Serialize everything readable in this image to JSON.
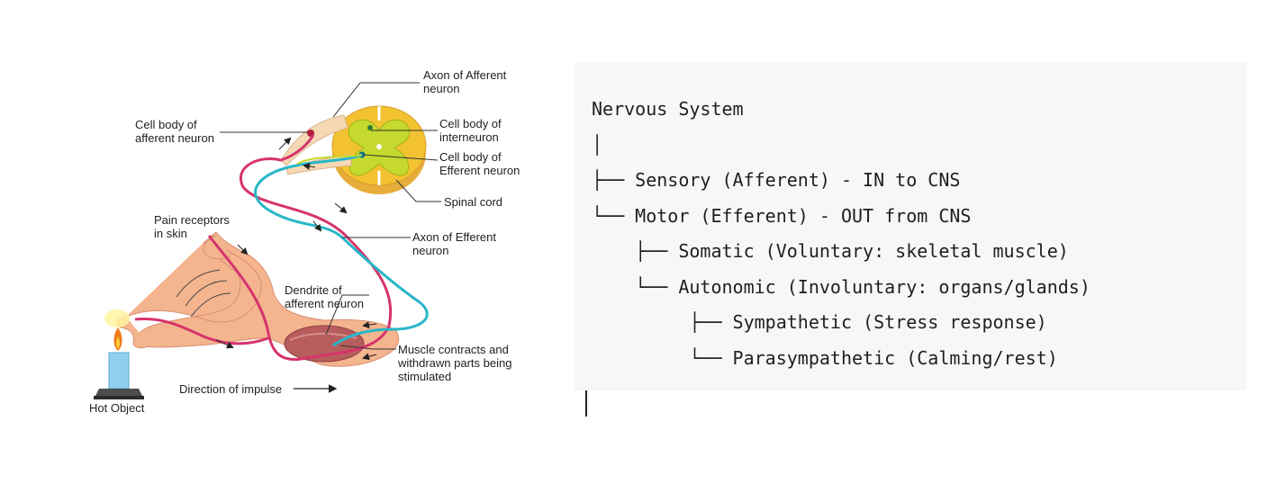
{
  "diagram": {
    "labels": {
      "axon_afferent": [
        "Axon of Afferent",
        "neuron"
      ],
      "cell_body_afferent": [
        "Cell body of",
        "afferent neuron"
      ],
      "cell_body_interneuron": [
        "Cell body of",
        "interneuron"
      ],
      "cell_body_efferent": [
        "Cell body of",
        "Efferent neuron"
      ],
      "spinal_cord": [
        "Spinal cord"
      ],
      "pain_receptors": [
        "Pain receptors",
        "in skin"
      ],
      "axon_efferent": [
        "Axon of Efferent",
        "neuron"
      ],
      "dendrite_afferent": [
        "Dendrite of",
        "afferent neuron"
      ],
      "muscle_contracts": [
        "Muscle contracts and",
        "withdrawn parts being",
        "stimulated"
      ],
      "direction": [
        "Direction of impulse"
      ],
      "hot_object": [
        "Hot Object"
      ]
    },
    "colors": {
      "afferent": "#d6336c",
      "efferent": "#29b6c8",
      "grey_matter": "#c6d92e",
      "white_matter": "#f2c230",
      "skin": "#f3b48e",
      "muscle": "#b85d5d",
      "flame": "#f07c1e",
      "candle": "#8fd0ef"
    }
  },
  "code": {
    "lines": [
      "Nervous System",
      "│",
      "├── Sensory (Afferent) - IN to CNS",
      "└── Motor (Efferent) - OUT from CNS",
      "    ├── Somatic (Voluntary: skeletal muscle)",
      "    └── Autonomic (Involuntary: organs/glands)",
      "         ├── Sympathetic (Stress response)",
      "         └── Parasympathetic (Calming/rest)"
    ]
  }
}
